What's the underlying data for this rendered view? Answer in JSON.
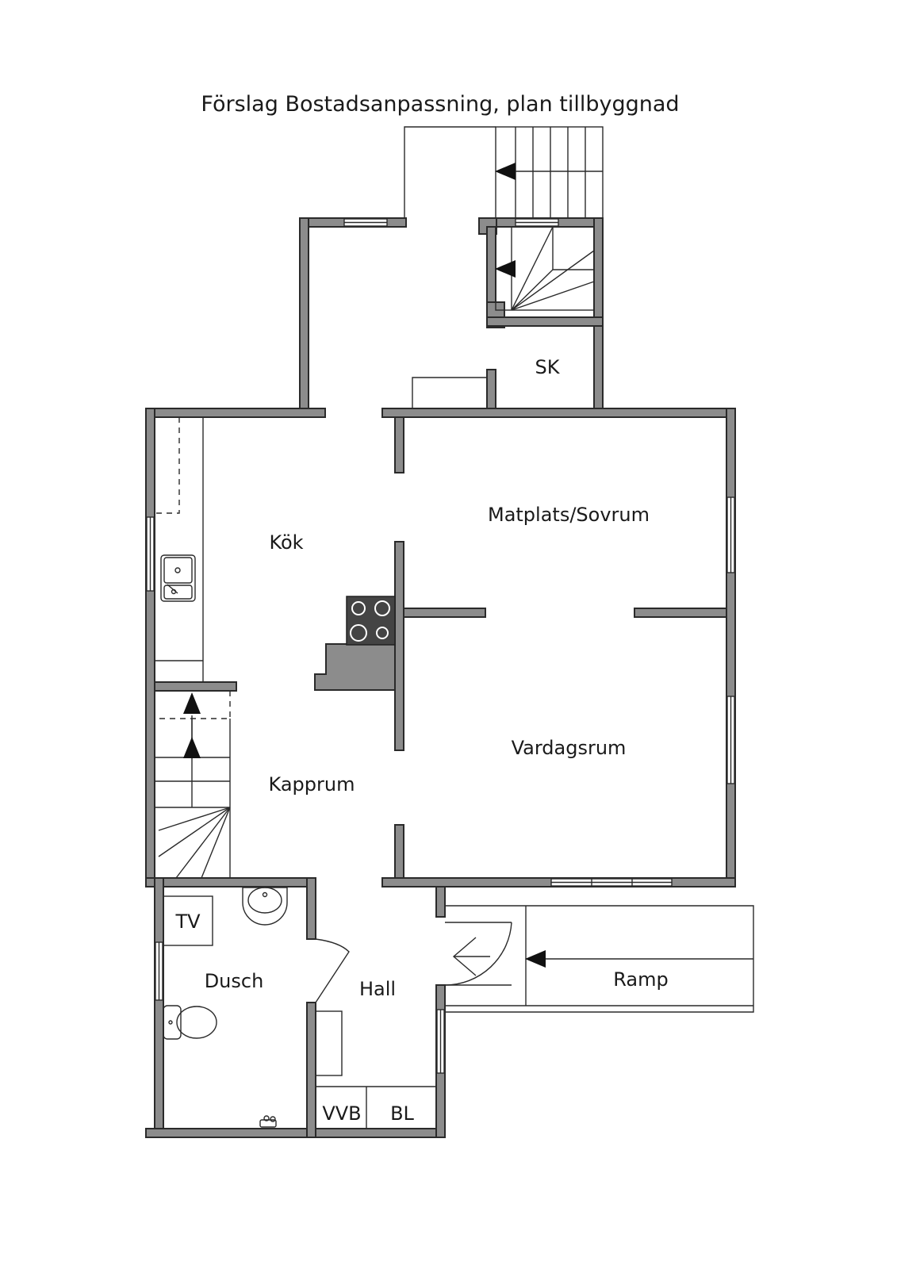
{
  "title": "Förslag Bostadsanpassning, plan tillbyggnad",
  "rooms": {
    "sk": "SK",
    "matplats": "Matplats/Sovrum",
    "kok": "Kök",
    "vardagsrum": "Vardagsrum",
    "kapprum": "Kapprum",
    "tv": "TV",
    "dusch": "Dusch",
    "hall": "Hall",
    "ramp": "Ramp",
    "vvb": "VVB",
    "bl": "BL"
  },
  "colors": {
    "wall": "#8c8c8c",
    "line": "#2a2a2a",
    "stove": "#444444"
  }
}
